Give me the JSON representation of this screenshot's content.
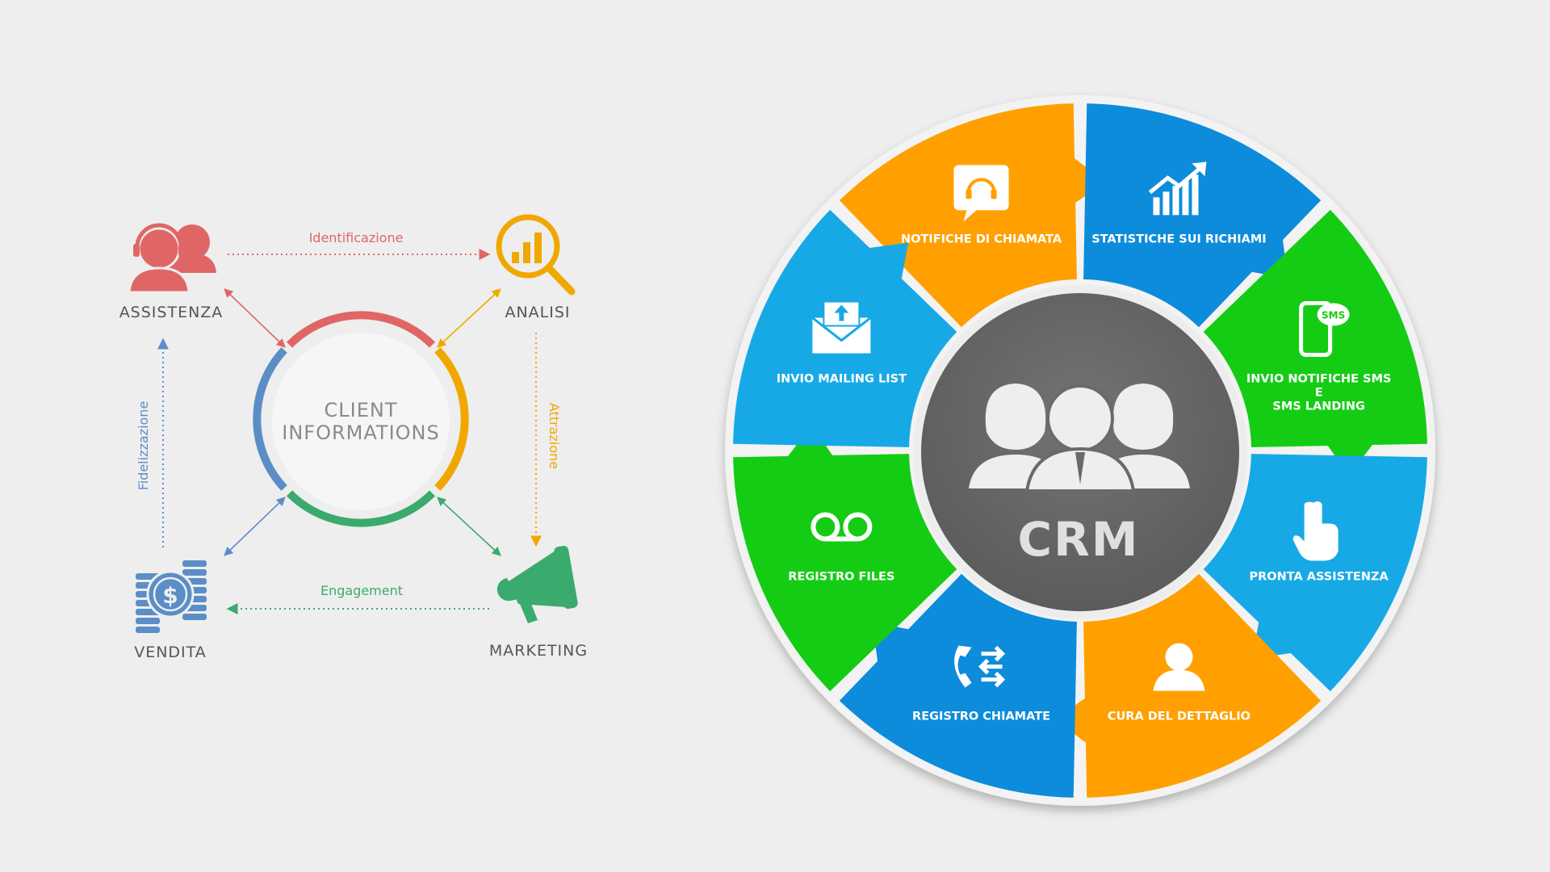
{
  "left_diagram": {
    "center": {
      "line1": "CLIENT",
      "line2": "INFORMATIONS"
    },
    "nodes": [
      {
        "label": "ASSISTENZA",
        "icon": "support-agents-icon",
        "color": "#e06666"
      },
      {
        "label": "ANALISI",
        "icon": "analytics-magnifier-icon",
        "color": "#f0a800"
      },
      {
        "label": "MARKETING",
        "icon": "megaphone-icon",
        "color": "#3aaa6e"
      },
      {
        "label": "VENDITA",
        "icon": "coins-dollar-icon",
        "color": "#5b8ec7"
      }
    ],
    "flows": [
      {
        "label": "Identificazione",
        "color": "#e06666"
      },
      {
        "label": "Attrazione",
        "color": "#f0a800"
      },
      {
        "label": "Engagement",
        "color": "#3aaa6e"
      },
      {
        "label": "Fidelizzazione",
        "color": "#5b8ec7"
      }
    ]
  },
  "crm_wheel": {
    "title": "CRM",
    "center_icon": "team-people-icon",
    "segments": [
      {
        "label": "NOTIFICHE DI CHIAMATA",
        "icon": "headset-chat-icon",
        "color": "#ffa000"
      },
      {
        "label": "STATISTICHE SUI RICHIAMI",
        "icon": "growth-chart-icon",
        "color": "#0d8cdb"
      },
      {
        "line1": "INVIO NOTIFICHE SMS",
        "line2": "E",
        "line3": "SMS LANDING",
        "icon": "sms-phone-icon",
        "color": "#14cc14"
      },
      {
        "label": "PRONTA ASSISTENZA",
        "icon": "tap-hand-icon",
        "color": "#17a9e6"
      },
      {
        "label": "CURA DEL DETTAGLIO",
        "icon": "user-icon",
        "color": "#ffa000"
      },
      {
        "label": "REGISTRO CHIAMATE",
        "icon": "call-transfer-icon",
        "color": "#0d8cdb"
      },
      {
        "label": "REGISTRO FILES",
        "icon": "voicemail-icon",
        "color": "#14cc14"
      },
      {
        "label": "INVIO MAILING LIST",
        "icon": "mail-upload-icon",
        "color": "#17a9e6"
      }
    ]
  }
}
